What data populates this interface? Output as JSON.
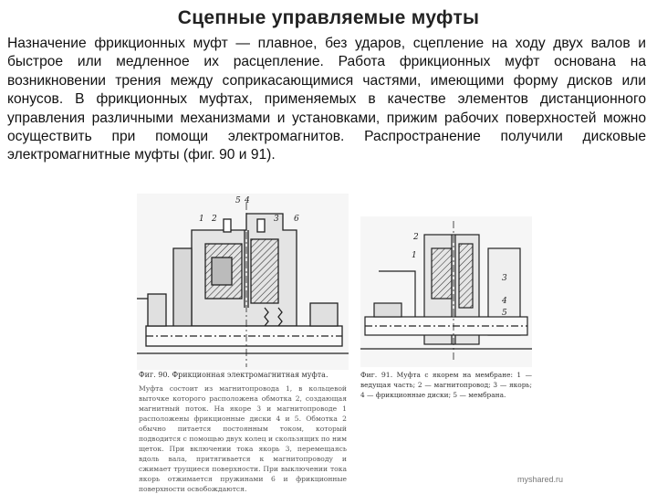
{
  "slide": {
    "title": "Сцепные управляемые муфты",
    "paragraph": "Назначение фрикционных муфт — плавное, без ударов, сцепление на ходу двух валов и быстрое или медленное их расцепление. Работа фрикционных муфт основана на возникновении трения между соприкасающимися частями, имеющими форму дисков или конусов. В фрикционных муфтах, применяемых в качестве элементов дистанционного управления различными механизмами и установками, прижим рабочих поверхностей можно осуществить при помощи электромагнитов. Распространение получили дисковые электромагнитные муфты (фиг. 90 и 91).",
    "source": "myshared.ru"
  },
  "figure90": {
    "caption_title": "Фиг. 90. Фрикционная электромагнитная муфта.",
    "caption_text": "Муфта состоит из магнитопровода 1, в кольцевой выточке которого расположена обмотка 2, создающая магнитный поток. На якоре 3 и магнитопроводе 1 расположены фрикционные диски 4 и 5. Обмотка 2 обычно питается постоянным током, который подводится с помощью двух колец и скользящих по ним щеток. При включении тока якорь 3, перемещаясь вдоль вала, притягивается к магнитопроводу и сжимает трущиеся поверхности. При выключении тока якорь отжимается пружинами 6 и фрикционные поверхности освобождаются.",
    "labels": [
      "1",
      "2",
      "3",
      "5",
      "4",
      "6"
    ]
  },
  "figure91": {
    "caption_title": "Фиг. 91.",
    "caption_text": "Муфта с якорем на мембране: 1 — ведущая часть; 2 — магнитопровод; 3 — якорь; 4 — фрикционные диски; 5 — мембрана.",
    "labels": [
      "2",
      "1",
      "3",
      "4",
      "5"
    ]
  }
}
